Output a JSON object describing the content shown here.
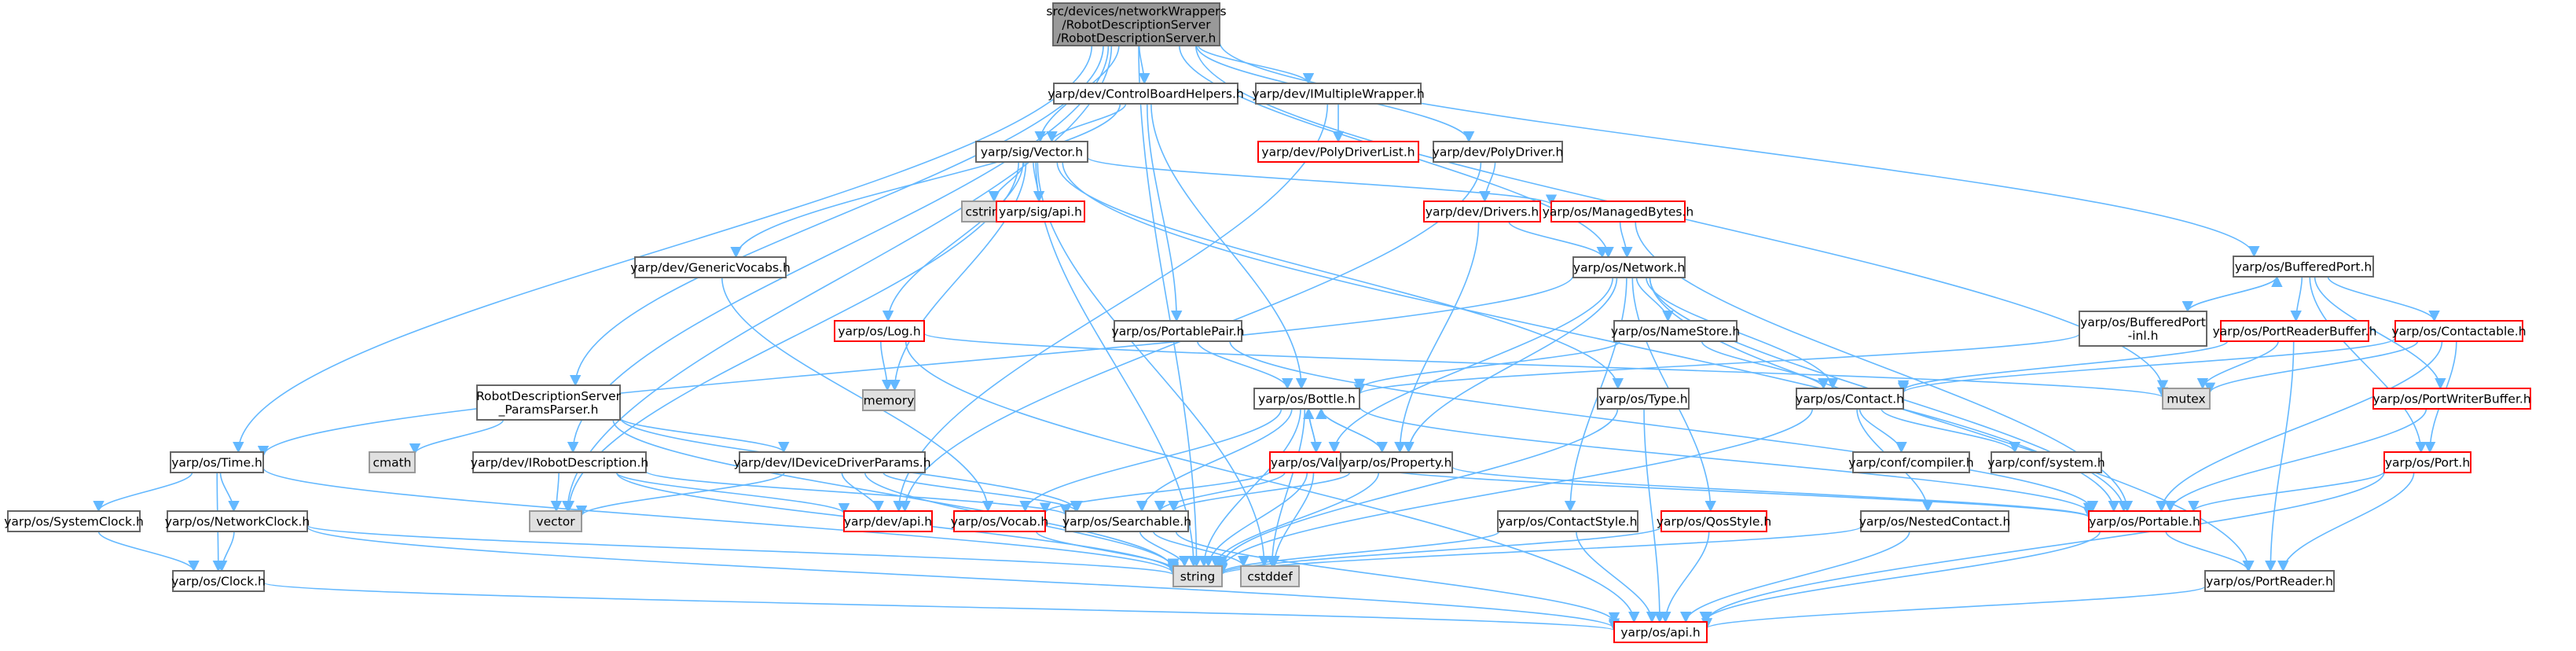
{
  "colors": {
    "edge": "#63b8ff",
    "root_fill": "#999999",
    "root_border": "#666666",
    "normal_border": "#666666",
    "red_border": "#ff0000",
    "system_fill": "#e0e0e0",
    "system_border": "#999999",
    "text": "#000000",
    "background": "#ffffff"
  },
  "nodes": [
    {
      "id": "root",
      "lines": [
        "src/devices/networkWrappers",
        "/RobotDescriptionServer",
        "/RobotDescriptionServer.h"
      ],
      "style": "root"
    },
    {
      "id": "cbh",
      "lines": [
        "yarp/dev/ControlBoardHelpers.h"
      ],
      "style": "normal"
    },
    {
      "id": "imw",
      "lines": [
        "yarp/dev/IMultipleWrapper.h"
      ],
      "style": "normal"
    },
    {
      "id": "pdl",
      "lines": [
        "yarp/dev/PolyDriverList.h"
      ],
      "style": "red"
    },
    {
      "id": "pd",
      "lines": [
        "yarp/dev/PolyDriver.h"
      ],
      "style": "normal"
    },
    {
      "id": "vec",
      "lines": [
        "yarp/sig/Vector.h"
      ],
      "style": "normal"
    },
    {
      "id": "cstring",
      "lines": [
        "cstring"
      ],
      "style": "system"
    },
    {
      "id": "sigapi",
      "lines": [
        "yarp/sig/api.h"
      ],
      "style": "red"
    },
    {
      "id": "drv",
      "lines": [
        "yarp/dev/Drivers.h"
      ],
      "style": "red"
    },
    {
      "id": "mb",
      "lines": [
        "yarp/os/ManagedBytes.h"
      ],
      "style": "red"
    },
    {
      "id": "gv",
      "lines": [
        "yarp/dev/GenericVocabs.h"
      ],
      "style": "normal"
    },
    {
      "id": "net",
      "lines": [
        "yarp/os/Network.h"
      ],
      "style": "normal"
    },
    {
      "id": "log",
      "lines": [
        "yarp/os/Log.h"
      ],
      "style": "red"
    },
    {
      "id": "memory",
      "lines": [
        "memory"
      ],
      "style": "system"
    },
    {
      "id": "pp",
      "lines": [
        "yarp/os/PortablePair.h"
      ],
      "style": "normal"
    },
    {
      "id": "ns",
      "lines": [
        "yarp/os/NameStore.h"
      ],
      "style": "normal"
    },
    {
      "id": "mutex",
      "lines": [
        "mutex"
      ],
      "style": "system"
    },
    {
      "id": "rdspp",
      "lines": [
        "RobotDescriptionServer",
        "_ParamsParser.h"
      ],
      "style": "normal"
    },
    {
      "id": "bottle",
      "lines": [
        "yarp/os/Bottle.h"
      ],
      "style": "normal"
    },
    {
      "id": "type",
      "lines": [
        "yarp/os/Type.h"
      ],
      "style": "normal"
    },
    {
      "id": "contact",
      "lines": [
        "yarp/os/Contact.h"
      ],
      "style": "normal"
    },
    {
      "id": "bp",
      "lines": [
        "yarp/os/BufferedPort.h"
      ],
      "style": "normal"
    },
    {
      "id": "bpi",
      "lines": [
        "yarp/os/BufferedPort",
        "-inl.h"
      ],
      "style": "normal"
    },
    {
      "id": "prb",
      "lines": [
        "yarp/os/PortReaderBuffer.h"
      ],
      "style": "red"
    },
    {
      "id": "contactable",
      "lines": [
        "yarp/os/Contactable.h"
      ],
      "style": "red"
    },
    {
      "id": "pwb",
      "lines": [
        "yarp/os/PortWriterBuffer.h"
      ],
      "style": "red"
    },
    {
      "id": "cmath",
      "lines": [
        "cmath"
      ],
      "style": "system"
    },
    {
      "id": "time",
      "lines": [
        "yarp/os/Time.h"
      ],
      "style": "normal"
    },
    {
      "id": "irdesc",
      "lines": [
        "yarp/dev/IRobotDescription.h"
      ],
      "style": "normal"
    },
    {
      "id": "iddp",
      "lines": [
        "yarp/dev/IDeviceDriverParams.h"
      ],
      "style": "normal"
    },
    {
      "id": "value",
      "lines": [
        "yarp/os/Value.h"
      ],
      "style": "red"
    },
    {
      "id": "prop",
      "lines": [
        "yarp/os/Property.h"
      ],
      "style": "normal"
    },
    {
      "id": "cc",
      "lines": [
        "yarp/conf/compiler.h"
      ],
      "style": "normal"
    },
    {
      "id": "cs",
      "lines": [
        "yarp/conf/system.h"
      ],
      "style": "normal"
    },
    {
      "id": "port",
      "lines": [
        "yarp/os/Port.h"
      ],
      "style": "red"
    },
    {
      "id": "sysclock",
      "lines": [
        "yarp/os/SystemClock.h"
      ],
      "style": "normal"
    },
    {
      "id": "netclock",
      "lines": [
        "yarp/os/NetworkClock.h"
      ],
      "style": "normal"
    },
    {
      "id": "vector",
      "lines": [
        "vector"
      ],
      "style": "system"
    },
    {
      "id": "devapi",
      "lines": [
        "yarp/dev/api.h"
      ],
      "style": "red"
    },
    {
      "id": "vocab",
      "lines": [
        "yarp/os/Vocab.h"
      ],
      "style": "red"
    },
    {
      "id": "search",
      "lines": [
        "yarp/os/Searchable.h"
      ],
      "style": "normal"
    },
    {
      "id": "ctstyle",
      "lines": [
        "yarp/os/ContactStyle.h"
      ],
      "style": "normal"
    },
    {
      "id": "qos",
      "lines": [
        "yarp/os/QosStyle.h"
      ],
      "style": "red"
    },
    {
      "id": "nc",
      "lines": [
        "yarp/os/NestedContact.h"
      ],
      "style": "normal"
    },
    {
      "id": "portable",
      "lines": [
        "yarp/os/Portable.h"
      ],
      "style": "red"
    },
    {
      "id": "clock",
      "lines": [
        "yarp/os/Clock.h"
      ],
      "style": "normal"
    },
    {
      "id": "string",
      "lines": [
        "string"
      ],
      "style": "system"
    },
    {
      "id": "cstddef",
      "lines": [
        "cstddef"
      ],
      "style": "system"
    },
    {
      "id": "preader",
      "lines": [
        "yarp/os/PortReader.h"
      ],
      "style": "normal"
    },
    {
      "id": "osapi",
      "lines": [
        "yarp/os/api.h"
      ],
      "style": "red"
    }
  ]
}
